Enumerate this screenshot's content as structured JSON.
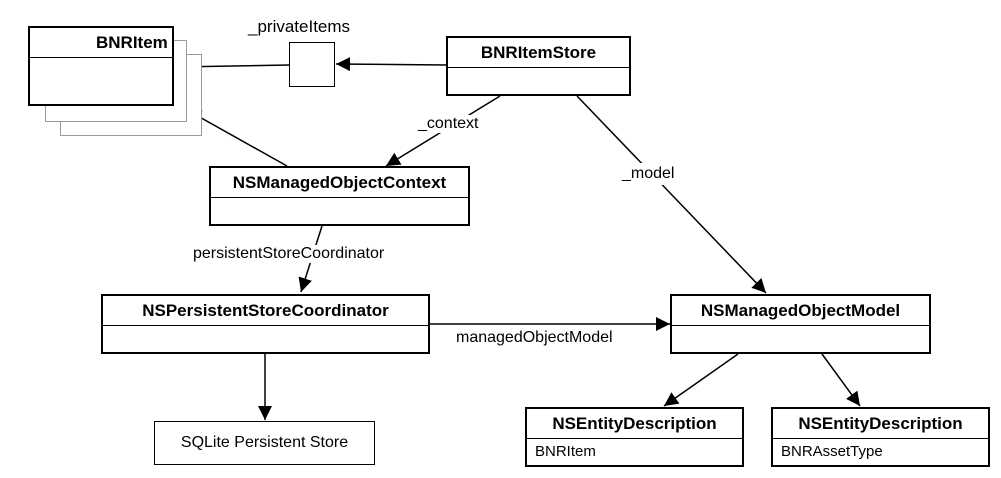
{
  "classes": {
    "bnr_item": {
      "title": "BNRItem"
    },
    "bnr_item_store": {
      "title": "BNRItemStore"
    },
    "managed_object_context": {
      "title": "NSManagedObjectContext"
    },
    "persistent_store_coordinator": {
      "title": "NSPersistentStoreCoordinator"
    },
    "managed_object_model": {
      "title": "NSManagedObjectModel"
    },
    "entity_description_item": {
      "title": "NSEntityDescription",
      "value": "BNRItem"
    },
    "entity_description_asset": {
      "title": "NSEntityDescription",
      "value": "BNRAssetType"
    }
  },
  "store": {
    "label": "SQLite Persistent Store"
  },
  "edges": {
    "private_items": "_privateItems",
    "context": "_context",
    "model": "_model",
    "persistent_store_coordinator": "persistentStoreCoordinator",
    "managed_object_model": "managedObjectModel"
  }
}
